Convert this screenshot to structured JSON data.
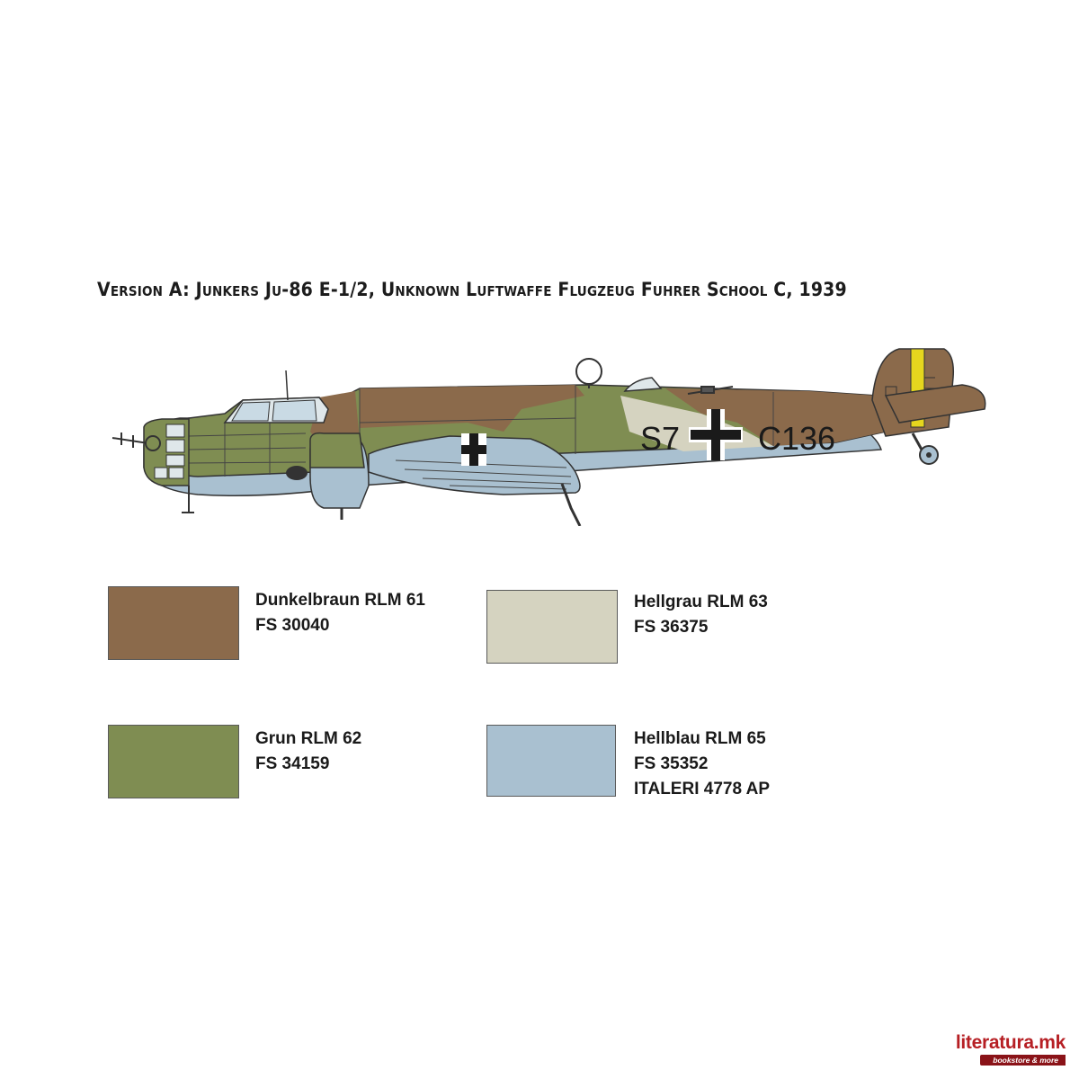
{
  "title": "Version A:  Junkers Ju-86 E-1/2, Unknown Luftwaffe Flugzeug Fuhrer School C, 1939",
  "aircraft": {
    "code_left": "S7",
    "code_right": "C136"
  },
  "colors": [
    {
      "name": "Dunkelbraun RLM 61",
      "fs": "FS 30040",
      "extra": "",
      "hex": "#8b6a4b"
    },
    {
      "name": "Hellgrau RLM 63",
      "fs": "FS 36375",
      "extra": "",
      "hex": "#d5d3c0"
    },
    {
      "name": "Grun RLM 62",
      "fs": "FS 34159",
      "extra": "",
      "hex": "#7f8d52"
    },
    {
      "name": "Hellblau  RLM 65",
      "fs": "FS 35352",
      "extra": "ITALERI 4778 AP",
      "hex": "#a9c0d0"
    }
  ],
  "logo": {
    "main": "literatura.mk",
    "sub": "bookstore & more"
  }
}
